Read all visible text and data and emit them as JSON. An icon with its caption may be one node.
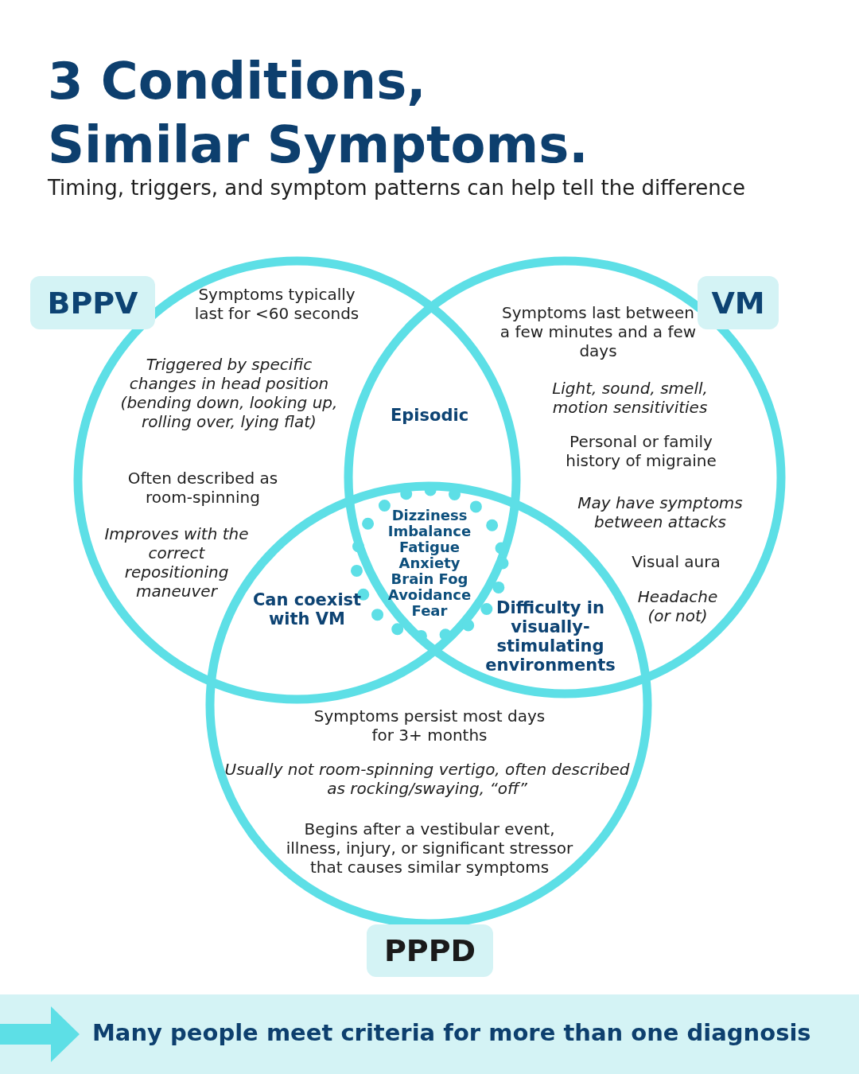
{
  "diagram": {
    "title": "3 Conditions, Similar Symptoms.",
    "caption": "Many people meet criteria for more than one diagnosis",
    "nodes": [
      {
        "text": [
          "Symptoms typically last for <60 seconds",
          "Triggered by specific changes in head position (bending down, looking up, rolling over, lying flat)",
          "Often described as room-spinning",
          "Improves with the correct repositioning maneuver"
        ]
      },
      {
        "text": [
          "Symptoms last between a few minutes and a few days",
          "Light, sound, smell, motion sensitivities",
          "Personal or family history of migraine",
          "May have symptoms between attacks",
          "Visual aura",
          "Headache (or not)"
        ]
      },
      {
        "text": [
          "Symptoms persist most days for 3+ months",
          "Usually not room-spinning vertigo, often described as rocking/swaying, “off”",
          "Begins after a vestibular event, illness, injury, or significant stressor that causes similar symptoms"
        ]
      },
      {
        "text": [
          "BPPV"
        ]
      },
      {
        "text": [
          "VM"
        ]
      },
      {
        "text": [
          "PPPD"
        ]
      },
      {
        "text": [
          "Dizziness",
          "Imbalance",
          "Fatigue",
          "Anxiety",
          "Brain Fog",
          "Avoidance",
          "Fear"
        ]
      }
    ],
    "edges": [],
    "labels": [
      "Timing, triggers, and symptom patterns can help tell the difference",
      "Episodic",
      "Can coexist with VM",
      "Difficulty in visually-stimulating environments"
    ]
  }
}
